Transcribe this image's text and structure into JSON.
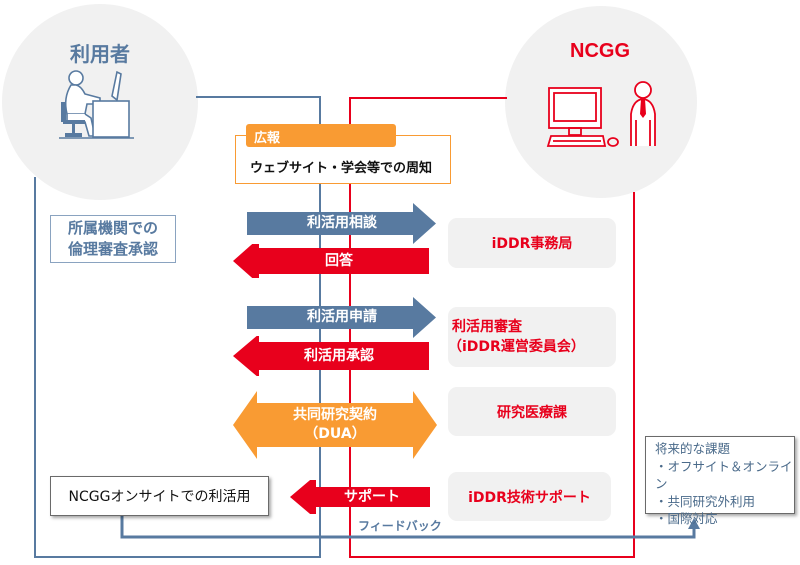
{
  "user": {
    "title": "利用者",
    "icon": "person-at-desk-icon",
    "ethics_review": [
      "所属機関での",
      "倫理審査承認"
    ],
    "onsite_use": "NCGGオンサイトでの利活用"
  },
  "ncgg": {
    "title": "NCGG",
    "icon": "staff-with-computer-icon"
  },
  "pr": {
    "tab_label": "広報",
    "text": "ウェブサイト・学会等での周知"
  },
  "flows": [
    {
      "label": "利活用相談",
      "direction": "right",
      "color": "#587aa0"
    },
    {
      "label": "回答",
      "direction": "left",
      "color": "#e8001c"
    },
    {
      "label": "利活用申請",
      "direction": "right",
      "color": "#587aa0"
    },
    {
      "label": "利活用承認",
      "direction": "left",
      "color": "#e8001c"
    },
    {
      "label_line1": "共同研究契約",
      "label_line2": "（DUA）",
      "direction": "both",
      "color": "#f99b33"
    },
    {
      "label": "サポート",
      "direction": "left",
      "color": "#e8001c"
    }
  ],
  "ncgg_units": [
    {
      "label": "iDDR事務局"
    },
    {
      "label_line1": "利活用審査",
      "label_line2": "（iDDR運営委員会）"
    },
    {
      "label": "研究医療課"
    },
    {
      "label": "iDDR技術サポート"
    }
  ],
  "feedback_label": "フィードバック",
  "future": {
    "title": "将来的な課題",
    "items": [
      "・オフサイト＆オンライン",
      "・共同研究外利用",
      "・国際対応"
    ]
  },
  "colors": {
    "user_blue": "#587aa0",
    "ncgg_red": "#e8001c",
    "pr_orange": "#f99b33",
    "circle_gray": "#f1f1f1"
  }
}
